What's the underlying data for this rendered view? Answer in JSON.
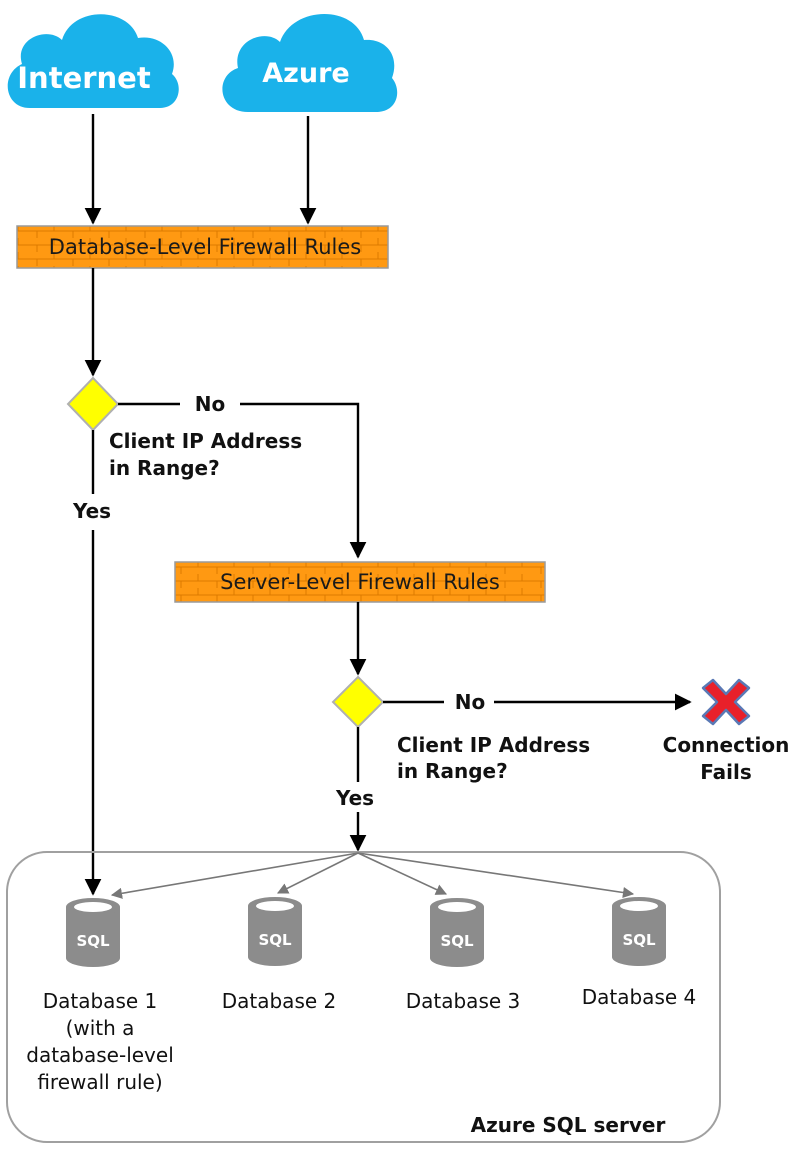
{
  "clouds": [
    {
      "label": "Internet"
    },
    {
      "label": "Azure"
    }
  ],
  "firewalls": {
    "database_level": "Database-Level Firewall Rules",
    "server_level": "Server-Level Firewall Rules"
  },
  "decisions": [
    {
      "question_line1": "Client IP Address",
      "question_line2": "in Range?",
      "no_label": "No",
      "yes_label": "Yes"
    },
    {
      "question_line1": "Client IP Address",
      "question_line2": "in Range?",
      "no_label": "No",
      "yes_label": "Yes"
    }
  ],
  "failure": {
    "line1": "Connection",
    "line2": "Fails"
  },
  "server": {
    "label": "Azure SQL server",
    "databases": [
      {
        "icon_text": "SQL",
        "lines": [
          "Database 1",
          "(with a",
          "database-level",
          "firewall rule)"
        ]
      },
      {
        "icon_text": "SQL",
        "lines": [
          "Database 2"
        ]
      },
      {
        "icon_text": "SQL",
        "lines": [
          "Database 3"
        ]
      },
      {
        "icon_text": "SQL",
        "lines": [
          "Database 4"
        ]
      }
    ]
  },
  "colors": {
    "cloud": "#1ab2ea",
    "firewall_fill": "#ff9912",
    "firewall_mortar": "#d97700",
    "diamond": "#ffff00",
    "database": "#8c8c8c",
    "fail_cross": "#e8202a"
  }
}
